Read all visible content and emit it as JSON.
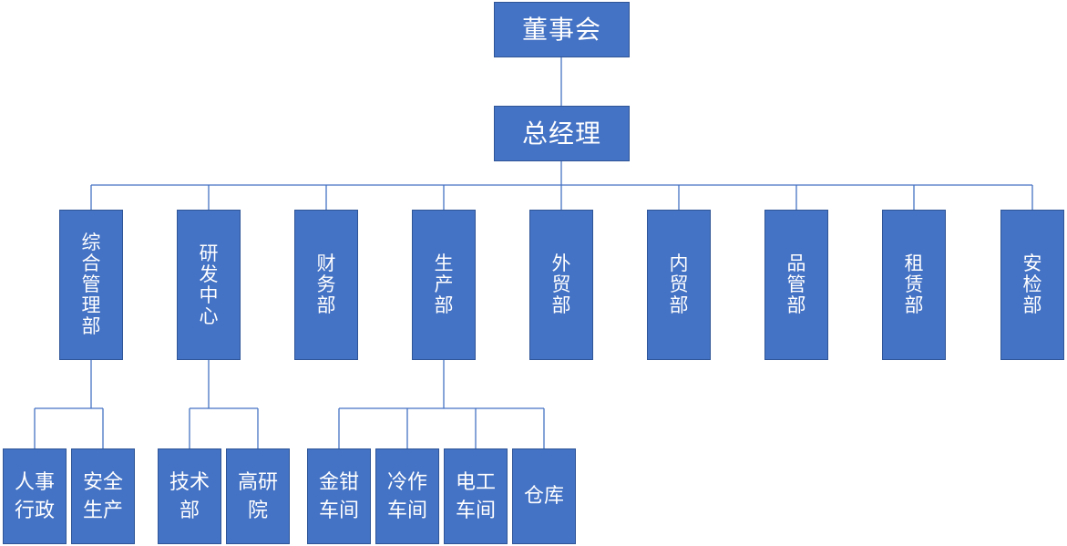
{
  "board": "董事会",
  "gm": "总经理",
  "departments": [
    "综\n合\n管\n理\n部",
    "研\n发\n中\n心",
    "财\n务\n部",
    "生\n产\n部",
    "外\n贸\n部",
    "内\n贸\n部",
    "品\n管\n部",
    "租\n赁\n部",
    "安\n检\n部"
  ],
  "sub_units": {
    "admin": [
      "人事\n行政",
      "安全\n生产"
    ],
    "rnd": [
      "技术\n部",
      "高研\n院"
    ],
    "production": [
      "金钳\n车间",
      "冷作\n车间",
      "电工\n车间",
      "仓库"
    ]
  },
  "colors": {
    "box_fill": "#4472C4",
    "box_border": "#2F5597",
    "connector": "#4472C4",
    "text": "#FFFFFF"
  }
}
